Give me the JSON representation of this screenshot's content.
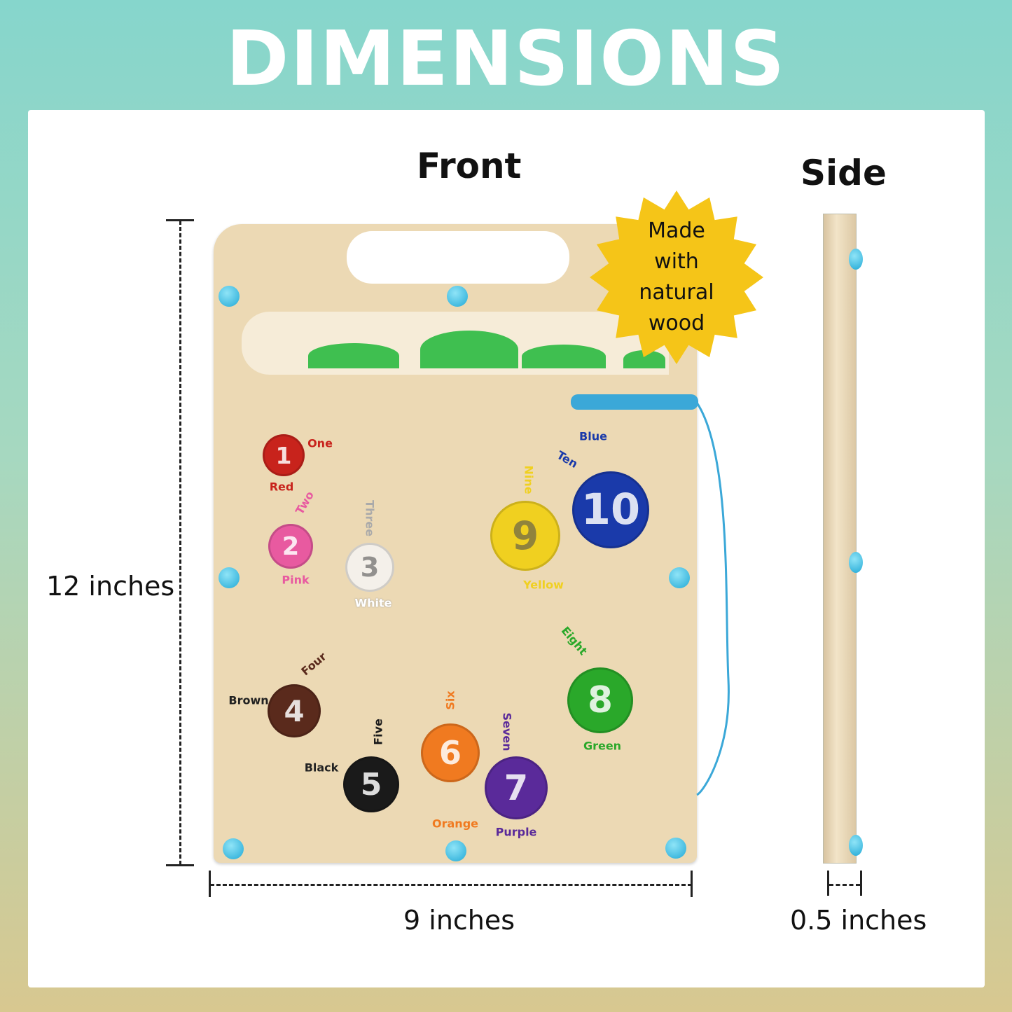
{
  "title": "DIMENSIONS",
  "front_label": "Front",
  "side_label": "Side",
  "height_label": "12 inches",
  "width_label": "9 inches",
  "depth_label": "0.5 inches",
  "badge_text": "Made with natural wood",
  "colors": {
    "background_top": "#86d6cc",
    "background_bottom": "#d8c890",
    "wood": "#ecd9b4",
    "peg": "#22a9d6",
    "badge": "#f5c518"
  },
  "slots": [
    {
      "number": "1",
      "word": "One",
      "color_name": "Red",
      "color": "#c8231c"
    },
    {
      "number": "2",
      "word": "Two",
      "color_name": "Pink",
      "color": "#e85aa0"
    },
    {
      "number": "3",
      "word": "Three",
      "color_name": "White",
      "color": "#f4f0ea"
    },
    {
      "number": "4",
      "word": "Four",
      "color_name": "Brown",
      "color": "#5a2a1c"
    },
    {
      "number": "5",
      "word": "Five",
      "color_name": "Black",
      "color": "#1a1a1a"
    },
    {
      "number": "6",
      "word": "Six",
      "color_name": "Orange",
      "color": "#f07a20"
    },
    {
      "number": "7",
      "word": "Seven",
      "color_name": "Purple",
      "color": "#5a2a9a"
    },
    {
      "number": "8",
      "word": "Eight",
      "color_name": "Green",
      "color": "#2aa82a"
    },
    {
      "number": "9",
      "word": "Nine",
      "color_name": "Yellow",
      "color": "#f0d020"
    },
    {
      "number": "10",
      "word": "Ten",
      "color_name": "Blue",
      "color": "#1a3aaa"
    }
  ]
}
